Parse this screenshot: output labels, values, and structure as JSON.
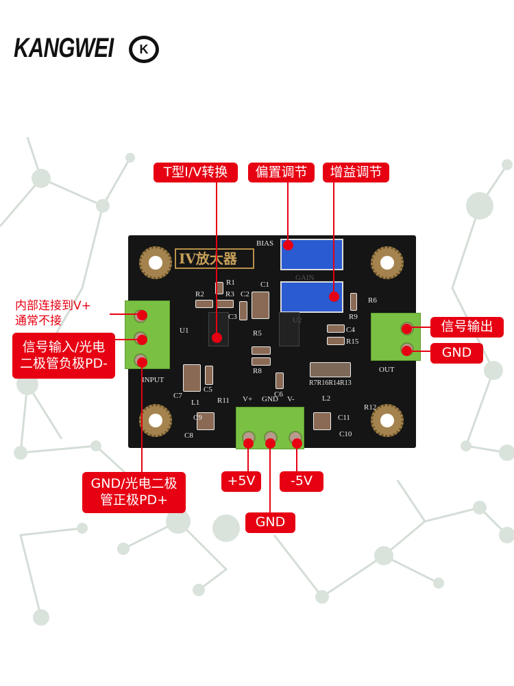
{
  "brand": {
    "logo_text": "KANGWEI",
    "logo_mark": "K"
  },
  "pcb": {
    "title": "IV放大器",
    "silk": {
      "bias": "BIAS",
      "gain": "GAIN",
      "input": "INPUT",
      "out": "OUT",
      "vplus": "V+",
      "gnd": "GND",
      "vminus": "V-",
      "u1": "U1",
      "u2": "U2",
      "r1": "R1",
      "r2": "R2",
      "r3": "R3",
      "c1": "C1",
      "c2": "C2",
      "c3": "C3",
      "r5": "R5",
      "r8": "R8",
      "c6": "C6",
      "r6": "R6",
      "r9": "R9",
      "c4": "C4",
      "r15": "R15",
      "r_row": "R7R16R14R13",
      "c7": "C7",
      "c5": "C5",
      "l1": "L1",
      "r11": "R11",
      "c9": "C9",
      "c8": "C8",
      "l2": "L2",
      "r12": "R12",
      "c11": "C11",
      "c10": "C10"
    }
  },
  "callouts": {
    "iv_convert": "T型I/V转换",
    "bias_adjust": "偏置调节",
    "gain_adjust": "增益调节",
    "vplus_internal": [
      "内部连接到V+",
      "通常不接"
    ],
    "signal_input": [
      "信号输入/光电",
      "二极管负极PD-"
    ],
    "gnd_input": [
      "GND/光电二极",
      "管正极PD+"
    ],
    "signal_output": "信号输出",
    "gnd_output": "GND",
    "plus5v": "+5V",
    "gnd_power": "GND",
    "minus5v": "-5V"
  },
  "colors": {
    "callout": "#e60012",
    "board": "#151515",
    "terminal": "#7ac143",
    "potentiometer": "#2a5bd0"
  }
}
